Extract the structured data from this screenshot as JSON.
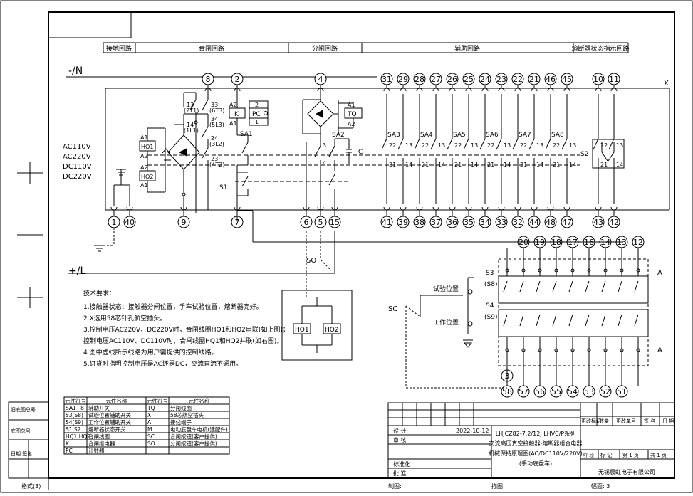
{
  "sections": [
    "接地回路",
    "合闸回路",
    "分闸回路",
    "辅助回路",
    "熔断器状态指示回路"
  ],
  "bus": {
    "neg": "-/N",
    "pos": "+/L",
    "x": "X",
    "a1": "A",
    "a2": "A"
  },
  "voltages": [
    "AC110V",
    "AC220V",
    "DC110V",
    "DC220V"
  ],
  "top_terminals": [
    "8",
    "2",
    "4",
    "31",
    "29",
    "28",
    "27",
    "26",
    "25",
    "24",
    "23",
    "22",
    "21",
    "46",
    "45",
    "10",
    "11"
  ],
  "bottom_terminals": [
    "1",
    "40",
    "9",
    "7",
    "6",
    "5",
    "15",
    "41",
    "39",
    "38",
    "37",
    "36",
    "35",
    "34",
    "33",
    "32",
    "44",
    "48",
    "47",
    "43",
    "42"
  ],
  "right_top_terminals": [
    "20",
    "19",
    "18",
    "17",
    "16",
    "14",
    "13",
    "12"
  ],
  "right_bottom_terminals": [
    "58",
    "57",
    "56",
    "55",
    "54",
    "53",
    "52",
    "51"
  ],
  "left_bottom_terminal": "3",
  "components": {
    "k": "K",
    "pc": "PC",
    "tq": "TQ",
    "hq1": "HQ1",
    "hq2": "HQ2",
    "sa1": "SA1",
    "sa2": "SA2",
    "sa3": "SA3",
    "sa4": "SA4",
    "sa5": "SA5",
    "sa6": "SA6",
    "sa7": "SA7",
    "sa8": "SA8",
    "s1": "S1",
    "s2": "S2",
    "c": "C",
    "so": "SO",
    "sc": "SC",
    "s3": "S3",
    "s8": "(S8)",
    "s4": "S4",
    "s9": "(S9)",
    "test_pos": "试验位置",
    "work_pos": "工作位置"
  },
  "pins": {
    "p13": "13",
    "p2t1": "(2T1)",
    "p14": "14",
    "p1l1": "(1L1)",
    "p33": "33",
    "p6t3": "(6T3)",
    "p34": "34",
    "p5l3": "(5L3)",
    "p24": "24",
    "p3l2": "(3L2)",
    "p23": "23",
    "p4t2": "(4T2)",
    "a1": "A1",
    "a2": "A2",
    "a1b": "A1",
    "a2b": "A2",
    "a2k": "A2",
    "a1k": "A1",
    "n2": "2",
    "n1": "1",
    "n3": "3",
    "n4": "4"
  },
  "notes": {
    "title": "技术要求：",
    "lines": [
      "1.接触器状态：接触器分闸位置，手车试验位置，熔断器完好。",
      "2.X选用58芯针孔航空插头。",
      "3.控制电压AC220V、DC220V时，合闸线圈HQ1和HQ2串联(如上图)；",
      "  控制电压AC110V、DC110V时，合闸线圈HQ1和HQ2并联(如右图)。",
      "4.图中虚线所示线路为用户需提供的控制线路。",
      "5.订货时指明控制电压是AC还是DC，交流直流不通用。"
    ]
  },
  "legend": {
    "headers": [
      "元件符号",
      "元件名称",
      "元件符号",
      "元件名称"
    ],
    "rows": [
      [
        "SA1~8",
        "辅助开关",
        "TQ",
        "分闸线圈"
      ],
      [
        "S3(S8)",
        "试验位置辅助开关",
        "X",
        "58芯航空插头"
      ],
      [
        "S4(S9)",
        "工作位置辅助开关",
        "A",
        "接线端子"
      ],
      [
        "S1 S2",
        "熔断器状态开关",
        "M",
        "电动底盘车电机(选配件)"
      ],
      [
        "HQ1 HQ2",
        "合闸线圈",
        "SC",
        "合闸按钮(客户提供)"
      ],
      [
        "K",
        "合闸继电器",
        "SO",
        "分闸按钮(客户提供)"
      ],
      [
        "PC",
        "计数器",
        "",
        ""
      ]
    ]
  },
  "side_labels": [
    "旧底图总号",
    "底图总号",
    "日期 签名"
  ],
  "title_block": {
    "drawn": "设 计",
    "check": "审 核",
    "std": "标准化",
    "approve": "批 准",
    "date": "2022-10-12",
    "title_lines": [
      "LHJCZ82-7.2/12J  LHVC/P系列",
      "交流高压真空接触器-熔断器组合电器",
      "机械保持原理图(AC/DC110V/220V)",
      "(手动底盘车)"
    ],
    "doc_no": "",
    "rev_headers": [
      "更改标记",
      "数量",
      "更改单号",
      "签 名",
      "日 期"
    ],
    "stage": "阶 段",
    "mark": "标 记",
    "page": "第  1  页",
    "pages": "共  1  页",
    "company": "无锡晨虹电子有限公司"
  },
  "footer": {
    "format": "格式(3)",
    "copy": "制图:",
    "desc": "描图:",
    "fmt2": "幅面: 3"
  }
}
